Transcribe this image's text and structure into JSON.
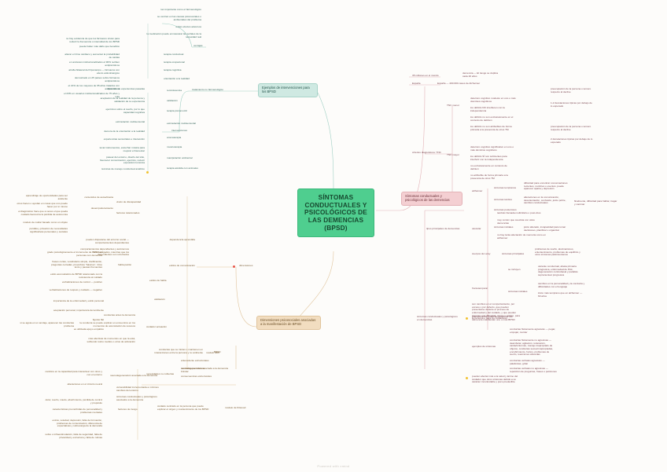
{
  "app": {
    "footer": "Powered with xmind"
  },
  "central": {
    "title": "SÍNTOMAS CONDUCTUALES Y PSICOLÓGICOS DE LAS DEMENCIAS (BPSD)"
  },
  "branches": {
    "interventions": {
      "label": "Ejemplos de intervenciones para los BPSD",
      "color": "#cfe9e2"
    },
    "definition": {
      "label": "Síntomas conductuales y psicológicos de las demencias",
      "color": "#f4cfd2"
    },
    "dimensions": {
      "label": "Dimensiones psicosociales asociadas a la manifestación de BPSD",
      "color": "#f2ddc0"
    }
  },
  "teal": {
    "treatment": "tratamiento no farmacológico",
    "interventions_label": "intervenciones",
    "advantages": "ventajas",
    "adv_items": [
      "tan importante como el farmacológico",
      "se centran en las causas psicosociales o ambientales del problema",
      "evitan efectos adversos",
      "la medicación puede enmascarar las señales de la necesidad real"
    ],
    "left_notes": [
      "no hay evidencia de que los fármacos sirvan para reducir la frecuencia o intensidad de los BPSD",
      "puede haber más daño que beneficio",
      "alterar el ritmo cardiaco y aumentar la probabilidad de caídas",
      "en ancianos institucionalizados el 90% reciben antipsicóticos",
      "atrofia bilateral del hipocampo — fármacos con efecto anticolinérgico",
      "demostrado en 25 países sobre fármacos antipsicóticos",
      "el 21% de los mayores de 65 años tratados con antipsicóticos",
      "el 23% en usuarios institucionalizados de 75 años y más"
    ],
    "types": [
      "reminiscencia",
      "validación",
      "terapia psicomotriz",
      "estimulación multisensorial",
      "aromaterapia",
      "musicoterapia",
      "manipulación ambiental",
      "terapia conductual",
      "terapia ocupacional",
      "terapia cognitiva",
      "orientación a la realidad",
      "terapia asistida con animales"
    ],
    "detail_left": [
      "discusión de experiencias pasadas",
      "aceptación de la realidad de la persona y validación de su experiencia",
      "ejercicios sobre el sueño, por lo que capacidad cognitiva",
      "estimulación multisensorial",
      "demora de la orientación a la realidad",
      "experiencias sensoriales e interacción",
      "tocar instrumentos, escuchar música para mejorar el bienestar",
      "pasear del entorno, diseño del sitio, favorecer comunicación, ejercicio, reducir exposición lumínica",
      "técnicas de manejo conductual analítico"
    ]
  },
  "pink": {
    "epidemiology": [
      "35 millones en el mundo",
      "demencia — El riesgo se duplica cada 20 años",
      "España — 400.000 casos de Alzheimer"
    ],
    "criteria": "criterios diagnósticos: TNC",
    "tnc_minor": "TNC menor",
    "tnc_major": "TNC mayor",
    "tnc_minor_items": [
      "deterioro cognitivo modesto en uno o más dominios cognitivos",
      "los déficits NO interfieren con la independencia",
      "los déficits no son exclusivamente en el contexto de delirium",
      "los déficits no son atribuibles de forma primaria a la presencia de otros TM",
      "preocupación de la persona o tercero respecto al declive",
      "1-2 desviaciones típicas por debajo de lo esperado"
    ],
    "tnc_major_items": [
      "deterioro cognitivo significativo en uno o más dominios cognitivos",
      "los déficits SÍ son suficientes para interferir con la independencia",
      "no exclusivamente en contexto de delirium",
      "no atribuible de forma primaria a la presencia de otros TM",
      "preocupación de la persona o tercero respecto al declive",
      "2 desviaciones típicas por debajo de lo esperado"
    ],
    "types_label": "tipos principales de demencias",
    "types": [
      {
        "name": "alzheimer",
        "subs": [
          "síntomas tempranos",
          "síntomas tardíos",
          "síntomas posteriores"
        ]
      },
      {
        "name": "vascular",
        "subs": [
          "síntomas iniciales"
        ]
      },
      {
        "name": "cuerpos de Lewy",
        "subs": [
          "síntomas principales"
        ]
      },
      {
        "name": "frontotemporal",
        "subs": [
          "se incluyen",
          "síntomas iniciales"
        ]
      }
    ],
    "alz_notes": [
      "dificultad para encontrar conversaciones recientes, nombres o eventos, puede aparecer apatía y depresión",
      "alteraciones en la comunicación, desorientación, confusión, juicio pobre, cambios conductuales",
      "finalmente, dificultad para hablar, tragar y caminar"
    ],
    "vasc_notes": [
      "también llamada multiinfarto o post-ictus",
      "muy común que coexista con otras demencias",
      "juicio alterado, incapacidad para tomar decisiones, planificar u organizar",
      "no hay tanta afectación de memoria como en alzheimer"
    ],
    "lewy_notes": [
      "problemas de sueño, alucinaciones, enlentecimiento, problemas de equilibrio y otros síntomas parkinsonianos",
      "aparente contenido plano primera progresiva emocional de Pick, degeneración corticobasal y parálisis supranuclear progresiva"
    ],
    "ftd_notes": [
      "variante conductual, afasia primaria progresiva, enfermedad de Pick, degeneración corticobasal y parálisis supranuclear progresiva",
      "cambios en la personalidad y la conducta y dificultades con el lenguaje",
      "inicio más temprano que en alzheimer — 60 años"
    ],
    "examples_label": "ejemplos de síntomas",
    "examples": [
      "conductas fisicamente agresivas — pegar, empujar, morder",
      "conductas fisicamente no agresivas — deambular, agitación, reiteración, caída/síntomas, manejo inapropiado de objetos, conductas sexual inapropiadas, encubrimiento, hurtos, problemas de sueño, reacciones absurdas",
      "conductas verbales agresivas — palabrotas, gritar",
      "conductas verbales no agresivas — repetición de preguntas, frases o peticiones"
    ],
    "behaviour_note": "son cambios en el comportamiento, por exceso o por defecto, que pueden presentarse durante el proceso de enfermedad y del cuidado, y que pueden suponer una dificultad, riesgo o peligro, para la persona o para los cuidadores",
    "stat_note": "prácticamente todas las personas con demencia manifiestan uno o más BPSD",
    "risk_note": "pueden afectar más a la salud y ánimo del cuidador que otros síntomas debido a su carácter incontrolable y poco predecible",
    "psych_label": "síntomas conductuales y psicológicos en demencias"
  },
  "orange": {
    "dimensions_label": "dimensiones",
    "sub_labels": [
      "dependencia aprendida",
      "estilos de comunicación",
      "modelo ABC",
      "modelo de Kitwood",
      "factores de riesgo",
      "necesidades no cubiertas",
      "neurodegeneración asociada a la demencia"
    ],
    "items": [
      "aprendizaje de oportunidades para ser asistente",
      "otros hacen o ayudan en cosas que uno puede hacer por sí mismo",
      "el diagnóstico hace que a veces el que queda cuidado favorezca la pérdida de autonomía",
      "modelo de cuidar basado como un objeto",
      "pérdida y privación de necesidades significativas personales y sociales",
      "pueden dispararse del entorno social — comportamientos dependientes",
      "comportamientos dependientes y autónomos son castigados, mientras que los dependientes son reforzados",
      "pérdida progresiva de la capacidad para interactuar con otros y con el entorno",
      "alteraciones en el circuito neural",
      "vulnerabilidad incrementada a mínimos cambios del entorno",
      "síntomas conductuales y psicológicos asociados a la demencia",
      "dolor, sueño, miedo, aburrimiento, pérdida de control y propósito",
      "características premórbidas de personalidad y problemas mentales",
      "estrés, soledad, depresión, falta de formación, problemas de comunicación, diferencia de expectativas y sobrecarga de la demanda",
      "sobre o infraestimulación, falta de seguridad, falta de privacidad y estructura y falta de rutinas",
      "cambios en la capacidad para interactuar con otros y con el entorno",
      "conductas que se inician o mantienen en interacciones entre la persona y su ambiente",
      "antecedente estructurales",
      "conducta que interesa brindar",
      "consecuencias estructurales",
      "BPSD",
      "cuidado centrado en la persona que puede explicar el origen y mantenimiento de los BPSD"
    ]
  }
}
